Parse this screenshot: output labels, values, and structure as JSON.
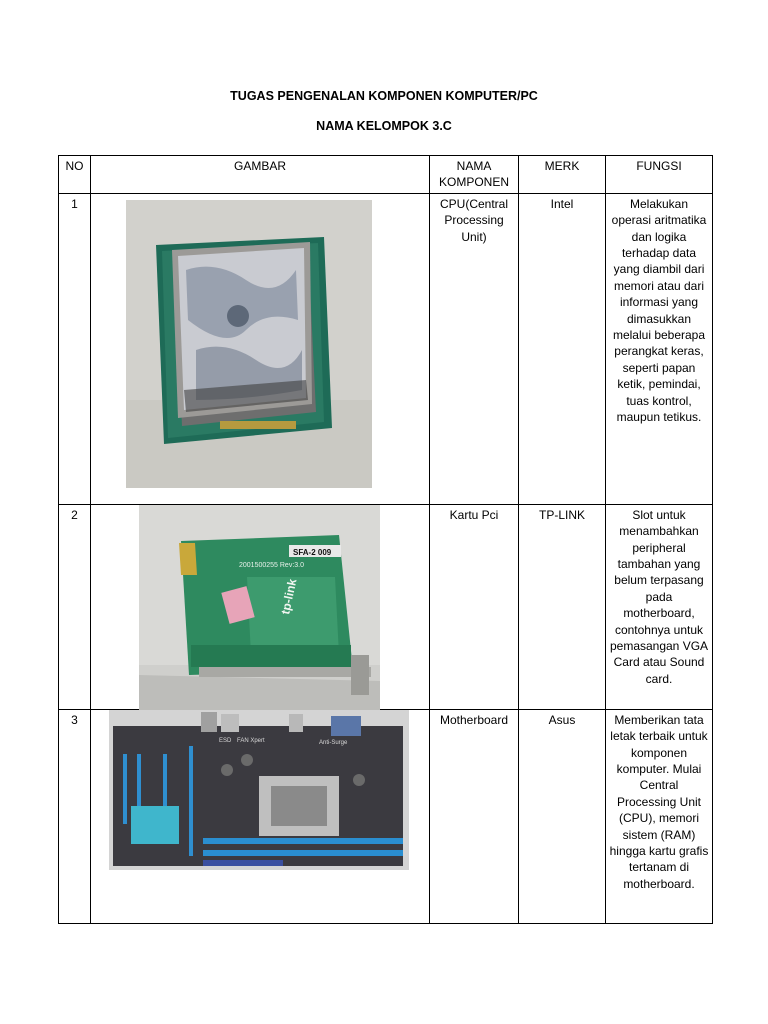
{
  "document": {
    "title": "TUGAS PENGENALAN KOMPONEN KOMPUTER/PC",
    "group": "NAMA KELOMPOK 3.C"
  },
  "table": {
    "headers": {
      "no": "NO",
      "gambar": "GAMBAR",
      "nama": "NAMA KOMPONEN",
      "merk": "MERK",
      "fungsi": "FUNGSI"
    },
    "rows": [
      {
        "no": "1",
        "image": "cpu-processor-photo",
        "nama": "CPU(Central Processing Unit)",
        "merk": "Intel",
        "fungsi": "Melakukan operasi aritmatika dan logika terhadap data yang diambil dari memori atau dari informasi yang dimasukkan melalui beberapa perangkat keras, seperti papan ketik, pemindai, tuas kontrol, maupun tetikus."
      },
      {
        "no": "2",
        "image": "pci-card-photo",
        "nama": "Kartu Pci",
        "merk": "TP-LINK",
        "fungsi": "Slot untuk menambahkan peripheral tambahan yang belum terpasang pada motherboard, contohnya untuk pemasangan VGA Card atau Sound card."
      },
      {
        "no": "3",
        "image": "motherboard-photo",
        "nama": "Motherboard",
        "merk": "Asus",
        "fungsi": "Memberikan tata letak terbaik untuk komponen komputer. Mulai Central Processing Unit (CPU), memori sistem (RAM) hingga kartu grafis tertanam di motherboard."
      }
    ]
  },
  "photo_labels": {
    "pci_sticker": "SFA-2 009",
    "pci_model": "2001500255  Rev:3.0",
    "pci_brand": "tp-link",
    "mb_label_1": "ESD",
    "mb_label_2": "FAN Xpert",
    "mb_label_3": "Anti-Surge"
  }
}
